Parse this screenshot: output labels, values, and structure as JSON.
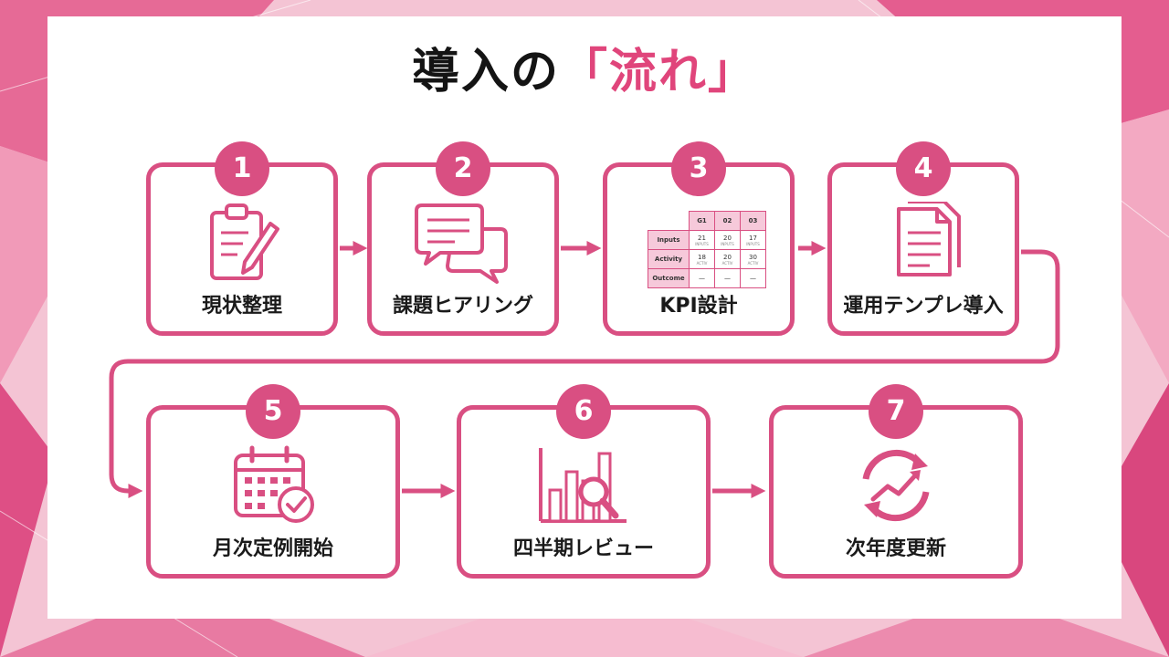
{
  "title": {
    "main": "導入の",
    "accent": "「流れ」"
  },
  "steps": [
    {
      "number": "1",
      "label": "現状整理"
    },
    {
      "number": "2",
      "label": "課題ヒアリング"
    },
    {
      "number": "3",
      "label": "KPI設計"
    },
    {
      "number": "4",
      "label": "運用テンプレ導入"
    },
    {
      "number": "5",
      "label": "月次定例開始"
    },
    {
      "number": "6",
      "label": "四半期レビュー"
    },
    {
      "number": "7",
      "label": "次年度更新"
    }
  ],
  "kpi_table": {
    "headers": [
      "G1",
      "02",
      "03"
    ],
    "rows": [
      {
        "name": "Inputs",
        "cells": [
          "21",
          "20",
          "17"
        ],
        "subs": [
          "INPUTS",
          "INPUTS",
          "INPUTS"
        ]
      },
      {
        "name": "Activity",
        "cells": [
          "18",
          "20",
          "30"
        ],
        "subs": [
          "ACTIV",
          "ACTIV",
          "ACTIV"
        ]
      },
      {
        "name": "Outcome",
        "cells": [
          "—",
          "—",
          "—"
        ],
        "subs": [
          "",
          "",
          ""
        ]
      }
    ]
  },
  "colors": {
    "accent": "#d94f82",
    "title_accent": "#e0457b",
    "text": "#141414"
  }
}
